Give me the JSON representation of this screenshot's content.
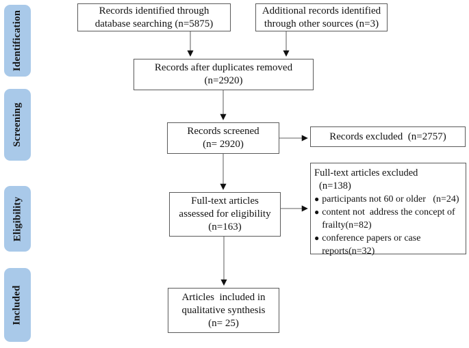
{
  "diagram": {
    "type": "prisma-flow",
    "colors": {
      "stage_fill": "#a9c9e9",
      "box_border": "#595959",
      "line": "#808080",
      "arrowhead": "#111111"
    },
    "bullet_glyph": "●"
  },
  "sidebar": {
    "stages": [
      {
        "label": "Identification"
      },
      {
        "label": "Screening"
      },
      {
        "label": "Eligibility"
      },
      {
        "label": "Included"
      }
    ]
  },
  "flow": {
    "identified_db": {
      "line1": "Records identified through",
      "line2": "database searching (n=5875)"
    },
    "identified_other": {
      "line1": "Additional records identified",
      "line2": "through other sources (n=3)"
    },
    "duplicates_removed": {
      "line1": "Records after duplicates removed",
      "line2": "(n=2920)"
    },
    "screened": {
      "line1": "Records screened",
      "line2": "(n= 2920)"
    },
    "records_excluded": {
      "line1": "Records excluded  (n=2757)"
    },
    "ft_assessed": {
      "line1": "Full-text articles",
      "line2": "assessed for eligibility",
      "line3": "(n=163)"
    },
    "ft_excluded": {
      "title": "Full-text articles excluded",
      "count": "(n=138)",
      "bullets": [
        "participants not 60 or older   (n=24)",
        "content not  address the concept of frailty(n=82)",
        "conference papers or case reports(n=32)"
      ]
    },
    "included": {
      "line1": "Articles  included in",
      "line2": "qualitative synthesis",
      "line3": "(n= 25)"
    }
  }
}
